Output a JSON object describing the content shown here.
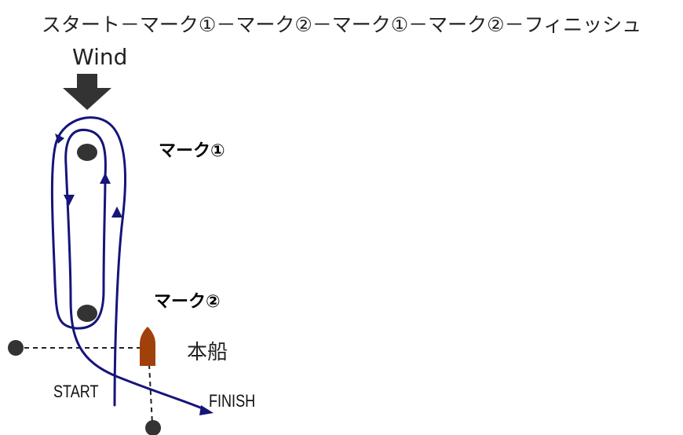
{
  "title": "スタート－マーク①－マーク②－マーク①－マーク②－フィニッシュ",
  "wind": {
    "label": "Wind"
  },
  "marks": {
    "mark1_label": "マーク①",
    "mark2_label": "マーク②"
  },
  "committee_boat": {
    "label": "本船"
  },
  "start_label": "START",
  "finish_label": "FINISH",
  "colors": {
    "course_line": "#15157a",
    "mark": "#333333",
    "committee_boat": "#a0400a",
    "wind_arrow": "#333333",
    "dashed_line": "#222222"
  }
}
